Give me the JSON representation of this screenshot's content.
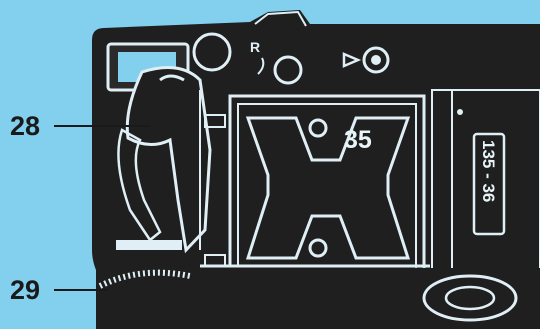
{
  "callouts": [
    {
      "number": "28",
      "part": "film-guide"
    },
    {
      "number": "29",
      "part": "film-rewind-knob"
    }
  ],
  "chamber_label": "35",
  "film_type_label": "135 - 36",
  "colors": {
    "background": "#82cfee",
    "body": "#1f1f1f",
    "outline": "#dfeff5",
    "callout_text": "#1a1a1a"
  }
}
